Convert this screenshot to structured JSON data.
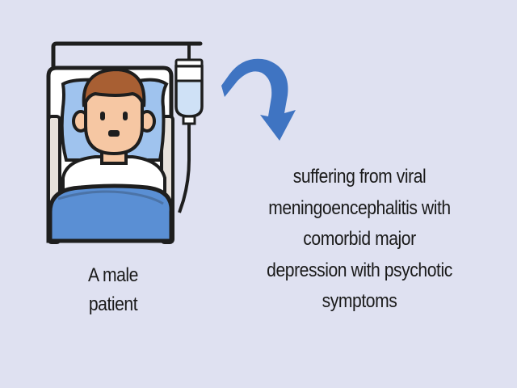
{
  "patient_label": {
    "line1": "A male",
    "line2": "patient"
  },
  "condition_label": {
    "line1": "suffering from viral",
    "line2": "meningoencephalitis with",
    "line3": "comorbid major",
    "line4": "depression with psychotic",
    "line5": "symptoms"
  },
  "colors": {
    "background": "#dfe1f1",
    "arrow": "#3f74c2",
    "blanket": "#5a8fd4",
    "pillow": "#9fc3ee",
    "skin": "#f6c7a3",
    "hair": "#a85f33",
    "outline": "#1e1e1e"
  },
  "icons": [
    "hospital-bed-patient-icon",
    "iv-drip-icon",
    "curved-arrow-icon"
  ]
}
